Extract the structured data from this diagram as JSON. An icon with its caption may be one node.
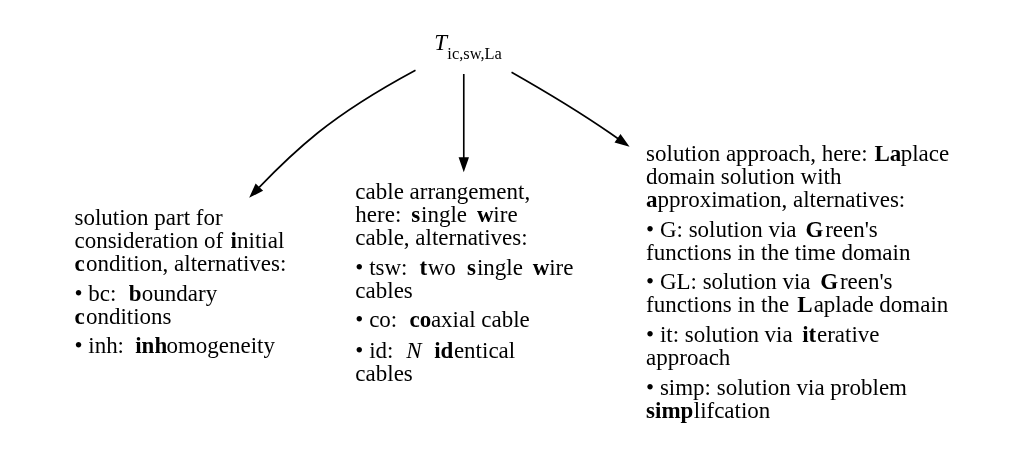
{
  "diagram": {
    "nodes": [
      {
        "text": [
          "*T*$_{ic,sw,La}$"
        ]
      },
      {
        "text": [
          "solution part for consideration of **i**nitial **c**ondition, alternatives:",
          "• bc: **b**oundary **c**onditions",
          "• inh: **inh**omogeneity"
        ]
      },
      {
        "text": [
          "cable arrangement, here: **s**ingle **w**ire cable, alternatives:",
          "• tsw: **t**wo **s**ingle **w**ire cables",
          "• co: **co**axial cable",
          "• id: *N* **id**entical cables"
        ]
      },
      {
        "text": [
          "solution approach, here: **La**place domain solution with **a**pproximation, alternatives:",
          "• G: solution via **G**reen's functions in the time domain",
          "• GL: solution via **G**reen's functions in the **L**aplade domain",
          "• it: solution via **it**erative approach",
          "• simp: solution via problem **simp**lifcation"
        ]
      }
    ],
    "edges": [
      {
        "from": 0,
        "to": 1,
        "arrow": "to"
      },
      {
        "from": 0,
        "to": 2,
        "arrow": "to"
      },
      {
        "from": 0,
        "to": 3,
        "arrow": "to"
      }
    ]
  }
}
